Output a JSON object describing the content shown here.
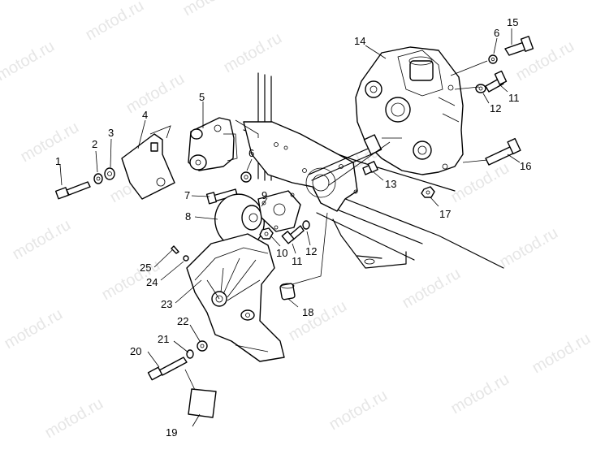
{
  "watermark": "motod.ru",
  "callouts": [
    "1",
    "2",
    "3",
    "4",
    "5",
    "6",
    "6",
    "7",
    "8",
    "9",
    "10",
    "11",
    "11",
    "12",
    "12",
    "13",
    "14",
    "15",
    "16",
    "17",
    "18",
    "19",
    "20",
    "21",
    "22",
    "23",
    "24",
    "25"
  ]
}
